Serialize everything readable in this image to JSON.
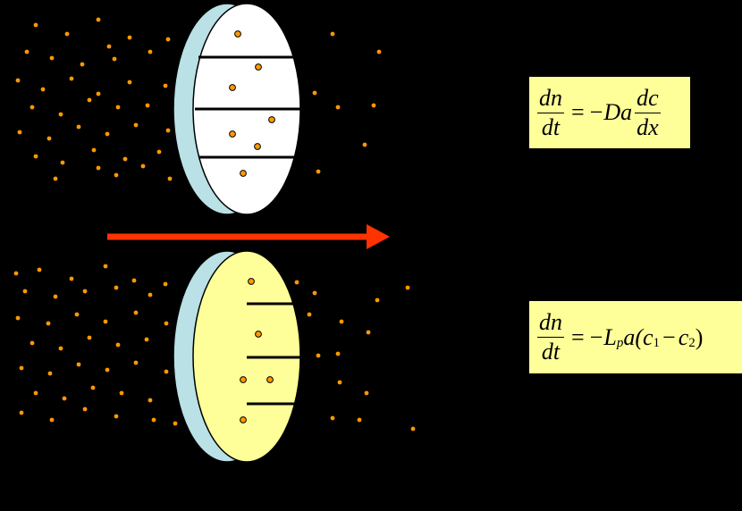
{
  "colors": {
    "background": "#000000",
    "particle": "#ff9900",
    "arrow": "#ff3300",
    "membrane_top_face": "#ffffff",
    "membrane_bottom_face": "#ffff99",
    "membrane_rim": "#b9e1e6",
    "equation_box": "#ffff99"
  },
  "equations": {
    "diffusion": {
      "lhs_num": "dn",
      "lhs_den": "dt",
      "equals": "=",
      "minus": "−",
      "coef": "Da",
      "rhs_num": "dc",
      "rhs_den": "dx"
    },
    "filtration": {
      "lhs_num": "dn",
      "lhs_den": "dt",
      "equals": "=",
      "minus": "−",
      "coef_L": "L",
      "coef_p": "p",
      "coef_a": "a(c",
      "sub_1": "1",
      "minus2": "−",
      "c2": "c",
      "sub_2": "2",
      "close": ")"
    }
  }
}
